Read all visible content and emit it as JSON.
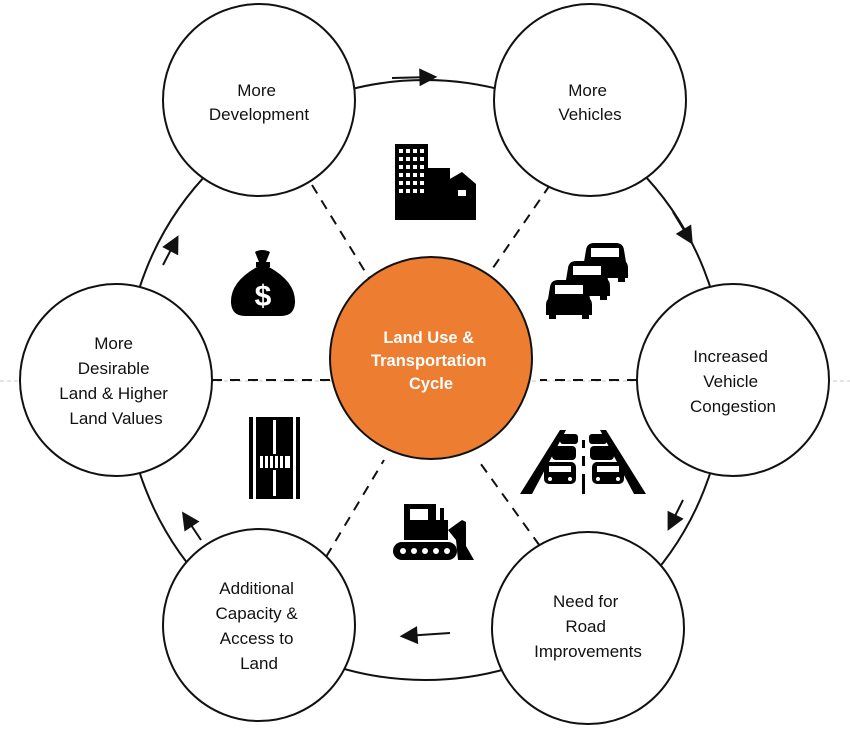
{
  "colors": {
    "center_fill": "#ED7D31",
    "stroke": "#111111",
    "icon": "#000000",
    "dashed_divider": "#C8C8C8"
  },
  "center": {
    "lines": [
      "Land Use &",
      "Transportation",
      "Cycle"
    ]
  },
  "nodes": [
    {
      "id": "more-development",
      "lines": [
        "More",
        "Development"
      ]
    },
    {
      "id": "more-vehicles",
      "lines": [
        "More",
        "Vehicles"
      ]
    },
    {
      "id": "increased-congestion",
      "lines": [
        "Increased",
        "Vehicle",
        "Congestion"
      ]
    },
    {
      "id": "road-improvements",
      "lines": [
        "Need for",
        "Road",
        "Improvements"
      ]
    },
    {
      "id": "additional-capacity",
      "lines": [
        "Additional",
        "Capacity &",
        "Access to",
        "Land"
      ]
    },
    {
      "id": "desirable-land",
      "lines": [
        "More",
        "Desirable",
        "Land & Higher",
        "Land Values"
      ]
    }
  ],
  "icons": [
    "buildings-icon",
    "traffic-cars-icon",
    "highway-traffic-icon",
    "bulldozer-icon",
    "road-crosswalk-icon",
    "money-bag-icon"
  ],
  "money_symbol": "$"
}
